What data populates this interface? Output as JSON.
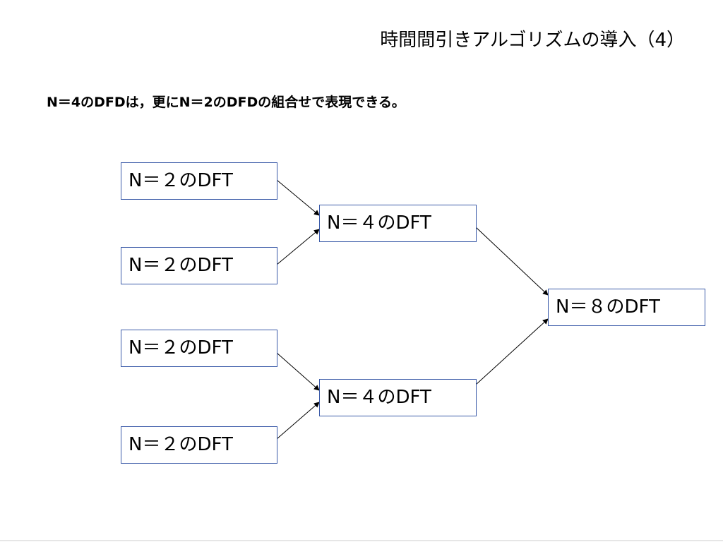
{
  "slide": {
    "title": "時間間引きアルゴリズムの導入（4）",
    "subtitle": "N＝4のDFDは，更にN＝2のDFDの組合せで表現できる。"
  },
  "diagram": {
    "n2_boxes": [
      "N＝２のDFT",
      "N＝２のDFT",
      "N＝２のDFT",
      "N＝２のDFT"
    ],
    "n4_boxes": [
      "N＝４のDFT",
      "N＝４のDFT"
    ],
    "n8_box": "N＝８のDFT"
  }
}
